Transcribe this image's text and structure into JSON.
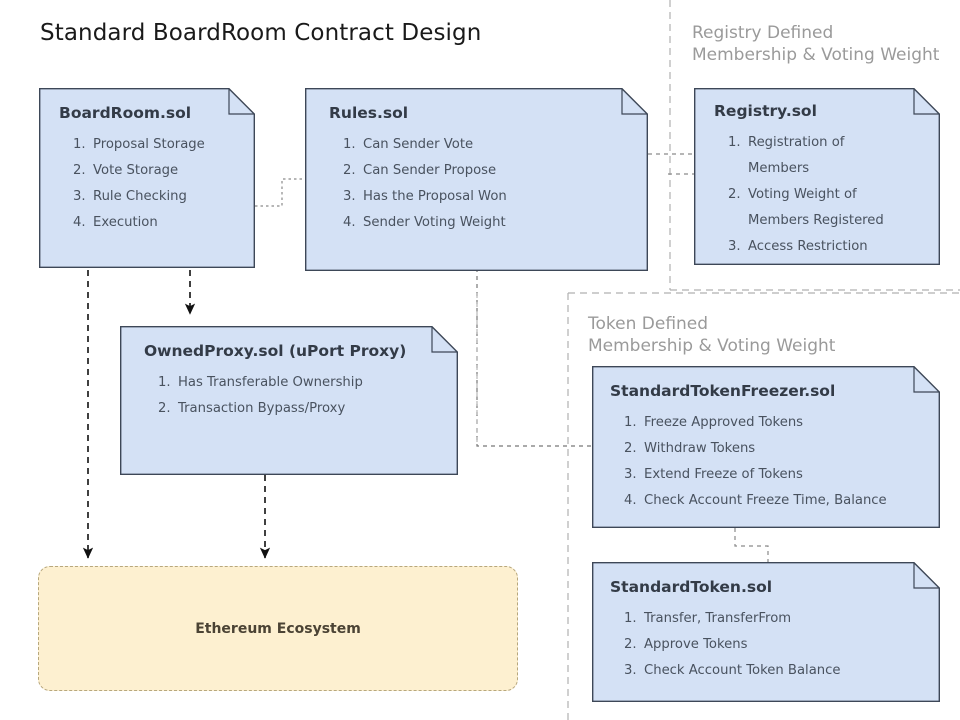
{
  "title": "Standard BoardRoom Contract Design",
  "colors": {
    "card_fill": "#d4e1f5",
    "card_border": "#3d4757",
    "card_title_text": "#333b47",
    "card_body_text": "#49525f",
    "group_label_text": "#9a9a9a",
    "ecosystem_fill": "#fdf0d0",
    "ecosystem_border": "#b7a77d",
    "ecosystem_text": "#4b4334",
    "connector": "#555555",
    "background": "#ffffff"
  },
  "groups": [
    {
      "id": "registry-group",
      "label": "Registry Defined\nMembership & Voting Weight"
    },
    {
      "id": "token-group",
      "label": "Token Defined\nMembership & Voting Weight"
    }
  ],
  "cards": [
    {
      "id": "boardroom",
      "title": "BoardRoom.sol",
      "items": [
        {
          "num": "1.",
          "text": "Proposal Storage"
        },
        {
          "num": "2.",
          "text": "Vote Storage"
        },
        {
          "num": "3.",
          "text": "Rule Checking"
        },
        {
          "num": "4.",
          "text": "Execution"
        }
      ]
    },
    {
      "id": "rules",
      "title": "Rules.sol",
      "items": [
        {
          "num": "1.",
          "text": "Can Sender Vote"
        },
        {
          "num": "2.",
          "text": "Can Sender Propose"
        },
        {
          "num": "3.",
          "text": "Has the Proposal Won"
        },
        {
          "num": "4.",
          "text": "Sender Voting Weight"
        }
      ]
    },
    {
      "id": "registry",
      "title": "Registry.sol",
      "items": [
        {
          "num": "1.",
          "text": "Registration of Members"
        },
        {
          "num": "2.",
          "text": "Voting Weight of Members Registered"
        },
        {
          "num": "3.",
          "text": "Access Restriction"
        }
      ]
    },
    {
      "id": "ownedproxy",
      "title": "OwnedProxy.sol (uPort Proxy)",
      "items": [
        {
          "num": "1.",
          "text": "Has Transferable Ownership"
        },
        {
          "num": "2.",
          "text": "Transaction Bypass/Proxy"
        }
      ]
    },
    {
      "id": "tokenfreezer",
      "title": "StandardTokenFreezer.sol",
      "items": [
        {
          "num": "1.",
          "text": "Freeze Approved Tokens"
        },
        {
          "num": "2.",
          "text": "Withdraw Tokens"
        },
        {
          "num": "3.",
          "text": "Extend Freeze of Tokens"
        },
        {
          "num": "4.",
          "text": "Check Account Freeze Time, Balance"
        }
      ]
    },
    {
      "id": "standardtoken",
      "title": "StandardToken.sol",
      "items": [
        {
          "num": "1.",
          "text": "Transfer, TransferFrom"
        },
        {
          "num": "2.",
          "text": "Approve Tokens"
        },
        {
          "num": "3.",
          "text": "Check Account Token Balance"
        }
      ]
    }
  ],
  "ecosystem": {
    "label": "Ethereum Ecosystem"
  }
}
